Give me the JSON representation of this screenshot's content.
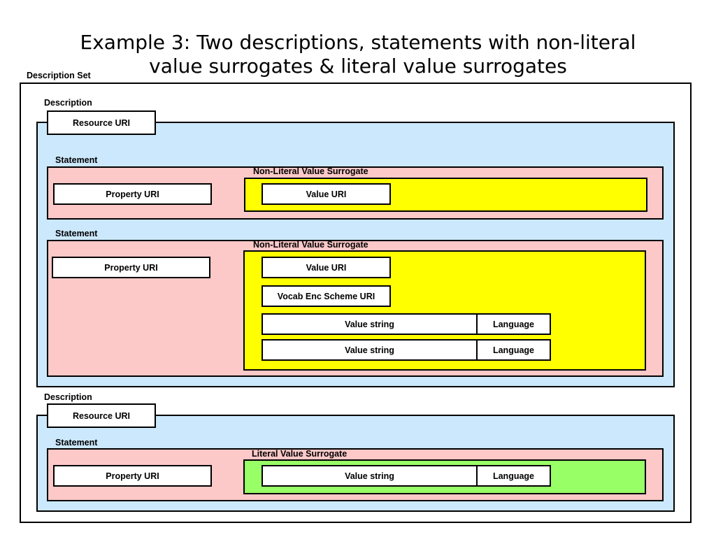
{
  "title_line1": "Example 3: Two descriptions, statements with non-literal",
  "title_line2": "value surrogates & literal value surrogates",
  "description_set_label": "Description Set",
  "descriptions": [
    {
      "label": "Description",
      "resource_uri": "Resource URI",
      "statements": [
        {
          "label": "Statement",
          "property_uri": "Property URI",
          "surrogate_label": "Non-Literal Value Surrogate",
          "value_uri": "Value URI"
        },
        {
          "label": "Statement",
          "property_uri": "Property URI",
          "surrogate_label": "Non-Literal Value Surrogate",
          "value_uri": "Value URI",
          "vocab_enc_scheme_uri": "Vocab Enc Scheme URI",
          "value_strings": [
            {
              "value_string": "Value string",
              "language": "Language"
            },
            {
              "value_string": "Value string",
              "language": "Language"
            }
          ]
        }
      ]
    },
    {
      "label": "Description",
      "resource_uri": "Resource URI",
      "statements": [
        {
          "label": "Statement",
          "property_uri": "Property URI",
          "surrogate_label": "Literal Value Surrogate",
          "value_string": "Value string",
          "language": "Language"
        }
      ]
    }
  ],
  "colors": {
    "description_bg": "#cce8fc",
    "statement_bg": "#fcc8c8",
    "non_literal_surrogate_bg": "#ffff00",
    "literal_surrogate_bg": "#99ff66",
    "inner_box_bg": "#ffffff"
  }
}
